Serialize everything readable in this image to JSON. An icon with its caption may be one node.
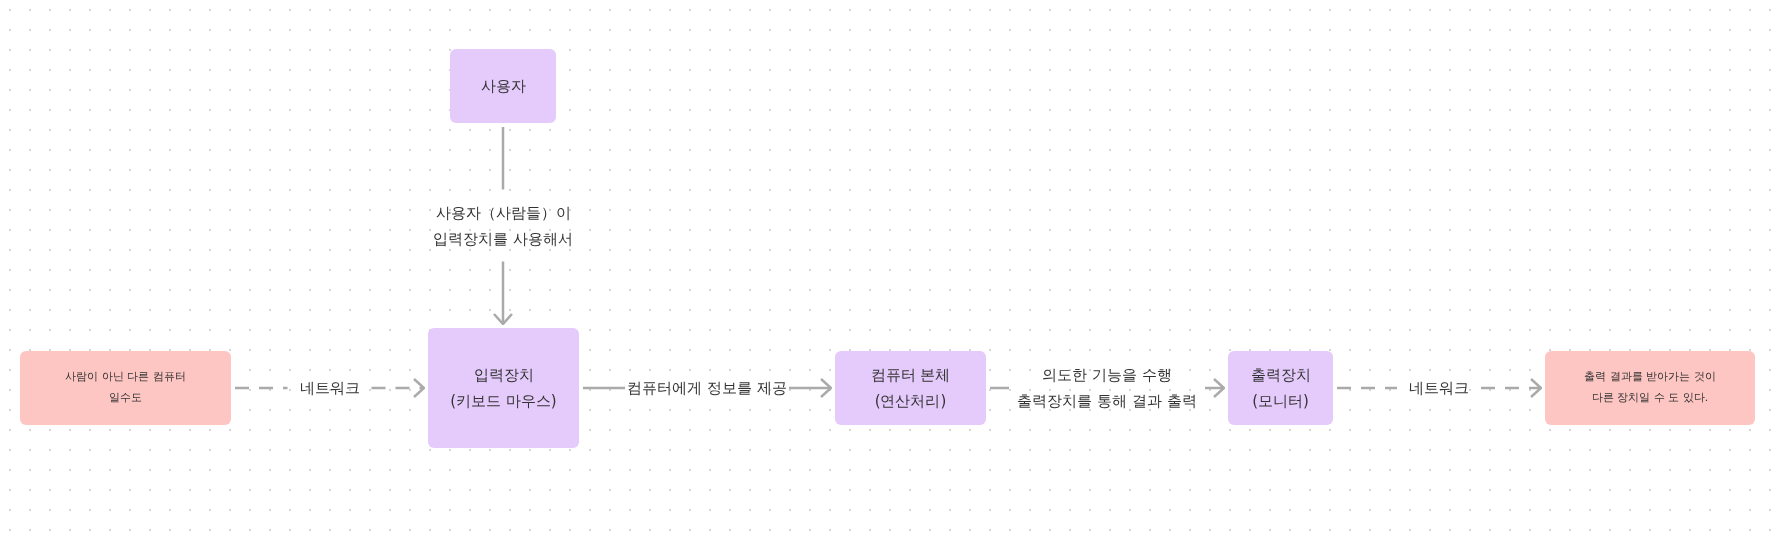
{
  "diagram": {
    "nodes": [
      {
        "text": [
          "사용자"
        ]
      },
      {
        "text": [
          "사람이 아닌 다른 컴퓨터 일수도"
        ]
      },
      {
        "text": [
          "입력장치",
          "(키보드 마우스)"
        ]
      },
      {
        "text": [
          "컴퓨터 본체",
          "(연산처리)"
        ]
      },
      {
        "text": [
          "출력장치",
          "(모니터)"
        ]
      },
      {
        "text": [
          "출력 결과를 받아가는 것이 다른 장치일 수 도 있다."
        ]
      }
    ],
    "edges": [
      {
        "from": 0,
        "to": 2,
        "arrow": "to",
        "label": "사용자（사람들）이 입력장치를 사용해서"
      },
      {
        "from": 1,
        "to": 2,
        "arrow": "to",
        "label": "네트워크",
        "style": "dashed"
      },
      {
        "from": 2,
        "to": 3,
        "arrow": "to",
        "label": "컴퓨터에게 정보를 제공"
      },
      {
        "from": 3,
        "to": 4,
        "arrow": "to",
        "label": "의도한 기능을 수행 출력장치를 통해 결과 출력"
      },
      {
        "from": 4,
        "to": 5,
        "arrow": "to",
        "label": "네트워크",
        "style": "dashed"
      }
    ]
  }
}
